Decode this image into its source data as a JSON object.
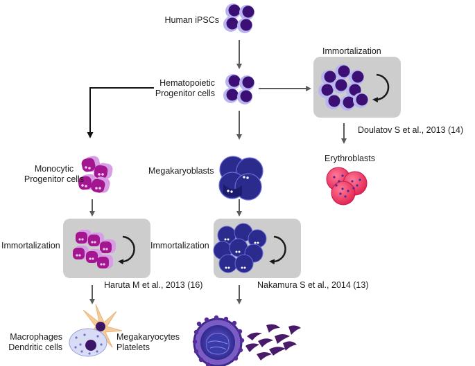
{
  "labels": {
    "human_ipscs": "Human iPSCs",
    "hpc_line1": "Hematopoietic",
    "hpc_line2": "Progenitor cells",
    "immortalization_top": "Immortalization",
    "doulatov": "Doulatov S et al., 2013 (14)",
    "erythroblasts": "Erythroblasts",
    "monocytic_line1": "Monocytic",
    "monocytic_line2": "Progenitor cells",
    "megakaryoblasts": "Megakaryoblasts",
    "immortalization_left": "Immortalization",
    "immortalization_mid": "Immortalization",
    "haruta": "Haruta  M et al., 2013 (16)",
    "nakamura": "Nakamura S et al., 2014 (13)",
    "macrophages": "Macrophages",
    "dendritic": "Dendritic cells",
    "megakaryocytes": "Megakaryocytes",
    "platelets": "Platelets"
  },
  "colors": {
    "stem_dark": "#3b0f74",
    "stem_light": "#b9b5f0",
    "monocyte": "#a4168f",
    "monocyte_light": "#d79ee6",
    "megakaryoblast": "#2b2a8d",
    "erythro": "#ee3162",
    "immortal_box": "#cdcdcd",
    "arrow_grey": "#5a5a5a"
  },
  "icons": [
    "ipsc-cluster-icon",
    "hpc-cluster-icon",
    "immortalized-hpc-cluster-icon",
    "erythroblast-cluster-icon",
    "monocytic-cluster-icon",
    "megakaryoblast-cluster-icon",
    "macrophage-icon",
    "dendritic-cell-icon",
    "megakaryocyte-icon",
    "platelets-icon",
    "self-renewal-loop-icon"
  ]
}
